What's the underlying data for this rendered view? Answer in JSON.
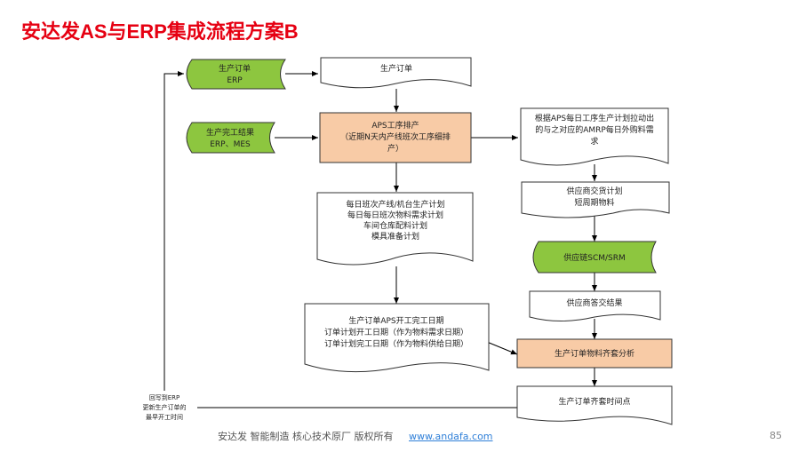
{
  "title": "安达发AS与ERP集成流程方案B",
  "colors": {
    "title": "#e60012",
    "data_node": "#8dc63f",
    "process_node": "#f8cba6",
    "document_node": "#ffffff",
    "line": "#000000",
    "link": "#2f7fd8"
  },
  "nodes": {
    "erp_order": {
      "lines": [
        "生产订单",
        "ERP"
      ]
    },
    "completion": {
      "lines": [
        "生产完工结果",
        "ERP、MES"
      ]
    },
    "order_doc": {
      "lines": [
        "生产订单"
      ]
    },
    "aps": {
      "lines": [
        "APS工序排产",
        "（近期N天内产线班次工序细排",
        "产）"
      ]
    },
    "daily_plan": {
      "lines": [
        "每日班次产线/机台生产计划",
        "每日每日班次物料需求计划",
        "车间仓库配料计划",
        "模具准备计划"
      ]
    },
    "dates": {
      "lines": [
        "生产订单APS开工完工日期",
        "订单计划开工日期（作为物料需求日期）",
        "订单计划完工日期（作为物料供给日期）"
      ]
    },
    "amrp": {
      "lines": [
        "根据APS每日工序生产计划拉动出",
        "的与之对应的AMRP每日外购料需",
        "求"
      ]
    },
    "supplier_plan": {
      "lines": [
        "供应商交货计划",
        "短周期物料"
      ]
    },
    "scm": {
      "lines": [
        "供应链SCM/SRM"
      ]
    },
    "supplier_reply": {
      "lines": [
        "供应商答交结果"
      ]
    },
    "kitting": {
      "lines": [
        "生产订单物料齐套分析"
      ]
    },
    "kit_time": {
      "lines": [
        "生产订单齐套时间点"
      ]
    },
    "writeback": {
      "lines": [
        "回写到ERP",
        "更新生产订单的",
        "最早开工时间"
      ]
    }
  },
  "footer": {
    "text": "安达发  智能制造 核心技术原厂  版权所有",
    "link": "www.andafa.com",
    "page": "85"
  }
}
